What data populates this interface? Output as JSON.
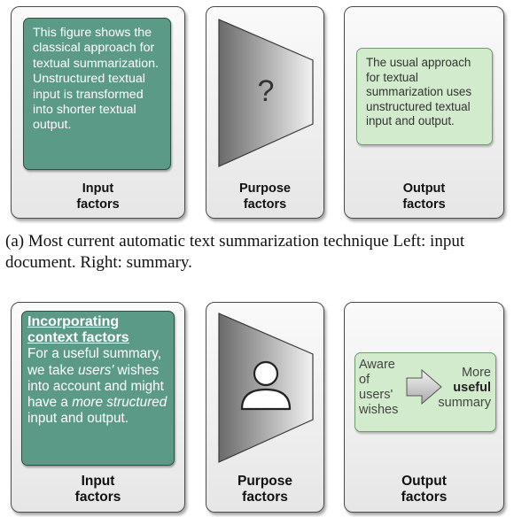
{
  "panel_a": {
    "input_text": "This figure shows the classical approach for textual summarization. Unstructured textual input is transformed into shorter textual output.",
    "purpose_symbol": "?",
    "output_text": "The usual approach for textual summarization uses unstructured textual input and output.",
    "labels": {
      "input": "Input\nfactors",
      "purpose": "Purpose\nfactors",
      "output": "Output\nfactors"
    },
    "caption": "(a) Most current automatic text summarization technique Left: input document. Right: summary."
  },
  "panel_b": {
    "input_heading": "Incorporating context factors",
    "input_text_parts": [
      "For a useful summary, we take ",
      "users'",
      " wishes into account and might have a ",
      "more structured",
      " input and output."
    ],
    "purpose_icon": "user-icon",
    "output_left": "Aware\nof\nusers'\nwishes",
    "output_right_top": "More",
    "output_right_bold": "useful",
    "output_right_bottom": "summary",
    "labels": {
      "input": "Input\nfactors",
      "purpose": "Purpose\nfactors",
      "output": "Output\nfactors"
    }
  },
  "colors": {
    "dark_green": "#5b9a86",
    "light_green": "#d3ebcd",
    "card_gray": "#eeeeee"
  }
}
